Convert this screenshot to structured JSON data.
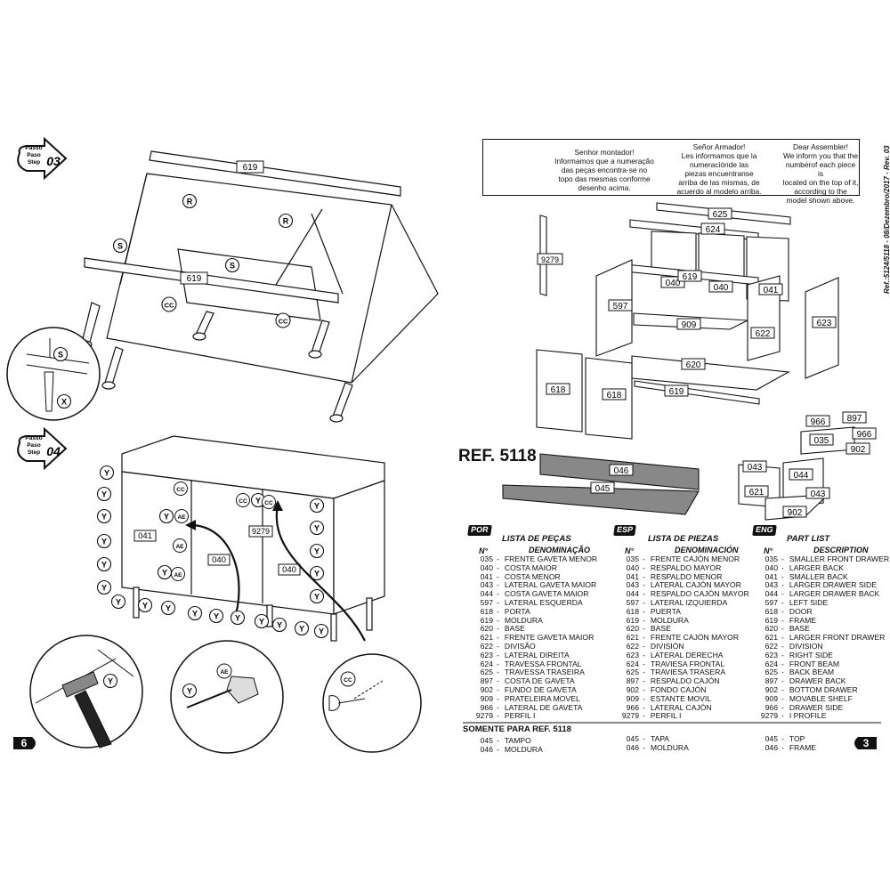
{
  "page_left": {
    "page_number": "6",
    "steps": [
      {
        "label_lines": [
          "Passo",
          "Paso",
          "Step"
        ],
        "number": "03"
      },
      {
        "label_lines": [
          "Passo",
          "Paso",
          "Step"
        ],
        "number": "04"
      }
    ],
    "step03_callouts": {
      "rail_top": "619",
      "rail_front": "619",
      "r1": "R",
      "r2": "R",
      "s1": "S",
      "s2": "S",
      "s3": "S",
      "cc1": "CC",
      "cc2": "CC",
      "x": "X"
    },
    "step04_callouts": {
      "p041": "041",
      "p040a": "040",
      "p040b": "040",
      "p9279": "9279",
      "y": "Y",
      "ae": "AE",
      "cc": "CC"
    }
  },
  "page_right": {
    "page_number": "3",
    "revision": "Ref.:5124/5118 - 08/Dezembro/2017 - Rev. 03",
    "notice": {
      "pt": [
        "Senhor montador!",
        "Informamos que a numeração",
        "das peças encontra-se no",
        "topo das mesmas conforme",
        "desenho acima."
      ],
      "es": [
        "Señor Armador!",
        "Les informamos que la",
        "numeraciónde las",
        "piezas encuentranse",
        "arriba de las mismas, de",
        "acuerdo al modelo arriba."
      ],
      "en": [
        "Dear Assembler!",
        "We inform you that the",
        "numberof each piece is",
        "located on the top of it,",
        "according to the",
        "model shown above."
      ]
    },
    "exploded_labels": [
      "625",
      "624",
      "040",
      "040",
      "041",
      "619",
      "9279",
      "597",
      "909",
      "622",
      "623",
      "620",
      "619",
      "618",
      "618",
      "966",
      "897",
      "966",
      "035",
      "902",
      "043",
      "044",
      "621",
      "043",
      "902"
    ],
    "ref_title": "REF. 5118",
    "ref_labels": {
      "top": "045",
      "frame": "046"
    },
    "lists": [
      {
        "flag": "POR",
        "title": "LISTA DE PEÇAS",
        "col_n": "N°",
        "col_d": "DENOMINAÇÃO",
        "items": [
          [
            "035",
            "FRENTE GAVETA MENOR"
          ],
          [
            "040",
            "COSTA MAIOR"
          ],
          [
            "041",
            "COSTA MENOR"
          ],
          [
            "043",
            "LATERAL GAVETA MAIOR"
          ],
          [
            "044",
            "COSTA GAVETA MAIOR"
          ],
          [
            "597",
            "LATERAL ESQUERDA"
          ],
          [
            "618",
            "PORTA"
          ],
          [
            "619",
            "MOLDURA"
          ],
          [
            "620",
            "BASE"
          ],
          [
            "621",
            "FRENTE GAVETA MAIOR"
          ],
          [
            "622",
            "DIVISÃO"
          ],
          [
            "623",
            "LATERAL DIREITA"
          ],
          [
            "624",
            "TRAVESSA FRONTAL"
          ],
          [
            "625",
            "TRAVESSA TRASEIRA"
          ],
          [
            "897",
            "COSTA DE GAVETA"
          ],
          [
            "902",
            "FUNDO DE GAVETA"
          ],
          [
            "909",
            "PRATELEIRA MOVEL"
          ],
          [
            "966",
            "LATERAL DE GAVETA"
          ],
          [
            "9279",
            "PERFIL I"
          ]
        ]
      },
      {
        "flag": "ESP",
        "title": "LISTA DE PIEZAS",
        "col_n": "N°",
        "col_d": "DENOMINACIÓN",
        "items": [
          [
            "035",
            "FRENTE CAJÓN MENOR"
          ],
          [
            "040",
            "RESPALDO MAYOR"
          ],
          [
            "041",
            "RESPALDO MENOR"
          ],
          [
            "043",
            "LATERAL CAJÓN MAYOR"
          ],
          [
            "044",
            "RESPALDO CAJÓN MAYOR"
          ],
          [
            "597",
            "LATERAL IZQUIERDA"
          ],
          [
            "618",
            "PUERTA"
          ],
          [
            "619",
            "MOLDURA"
          ],
          [
            "620",
            "BASE"
          ],
          [
            "621",
            "FRENTE CAJÓN MAYOR"
          ],
          [
            "622",
            "DIVISIÓN"
          ],
          [
            "623",
            "LATERAL DERECHA"
          ],
          [
            "624",
            "TRAVIESA FRONTAL"
          ],
          [
            "625",
            "TRAVIESA TRASERA"
          ],
          [
            "897",
            "RESPALDO CAJÓN"
          ],
          [
            "902",
            "FONDO CAJÓN"
          ],
          [
            "909",
            "ESTANTE MOVIL"
          ],
          [
            "966",
            "LATERAL CAJÓN"
          ],
          [
            "9279",
            "PERFIL I"
          ]
        ]
      },
      {
        "flag": "ENG",
        "title": "PART LIST",
        "col_n": "N°",
        "col_d": "DESCRIPTION",
        "items": [
          [
            "035",
            "SMALLER FRONT DRAWER"
          ],
          [
            "040",
            "LARGER BACK"
          ],
          [
            "041",
            "SMALLER BACK"
          ],
          [
            "043",
            "LARGER DRAWER SIDE"
          ],
          [
            "044",
            "LARGER DRAWER BACK"
          ],
          [
            "597",
            "LEFT SIDE"
          ],
          [
            "618",
            "DOOR"
          ],
          [
            "619",
            "FRAME"
          ],
          [
            "620",
            "BASE"
          ],
          [
            "621",
            "LARGER FRONT DRAWER"
          ],
          [
            "622",
            "DIVISION"
          ],
          [
            "623",
            "RIGHT SIDE"
          ],
          [
            "624",
            "FRONT BEAM"
          ],
          [
            "625",
            "BACK BEAM"
          ],
          [
            "897",
            "DRAWER BACK"
          ],
          [
            "902",
            "BOTTOM DRAWER"
          ],
          [
            "909",
            "MOVABLE SHELF"
          ],
          [
            "966",
            "DRAWER SIDE"
          ],
          [
            "9279",
            "I PROFILE"
          ]
        ]
      }
    ],
    "only_for": "SOMENTE PARA REF. 5118",
    "only_items": [
      [
        [
          "045",
          "TAMPO"
        ],
        [
          "046",
          "MOLDURA"
        ]
      ],
      [
        [
          "045",
          "TAPA"
        ],
        [
          "046",
          "MOLDURA"
        ]
      ],
      [
        [
          "045",
          "TOP"
        ],
        [
          "046",
          "FRAME"
        ]
      ]
    ]
  }
}
